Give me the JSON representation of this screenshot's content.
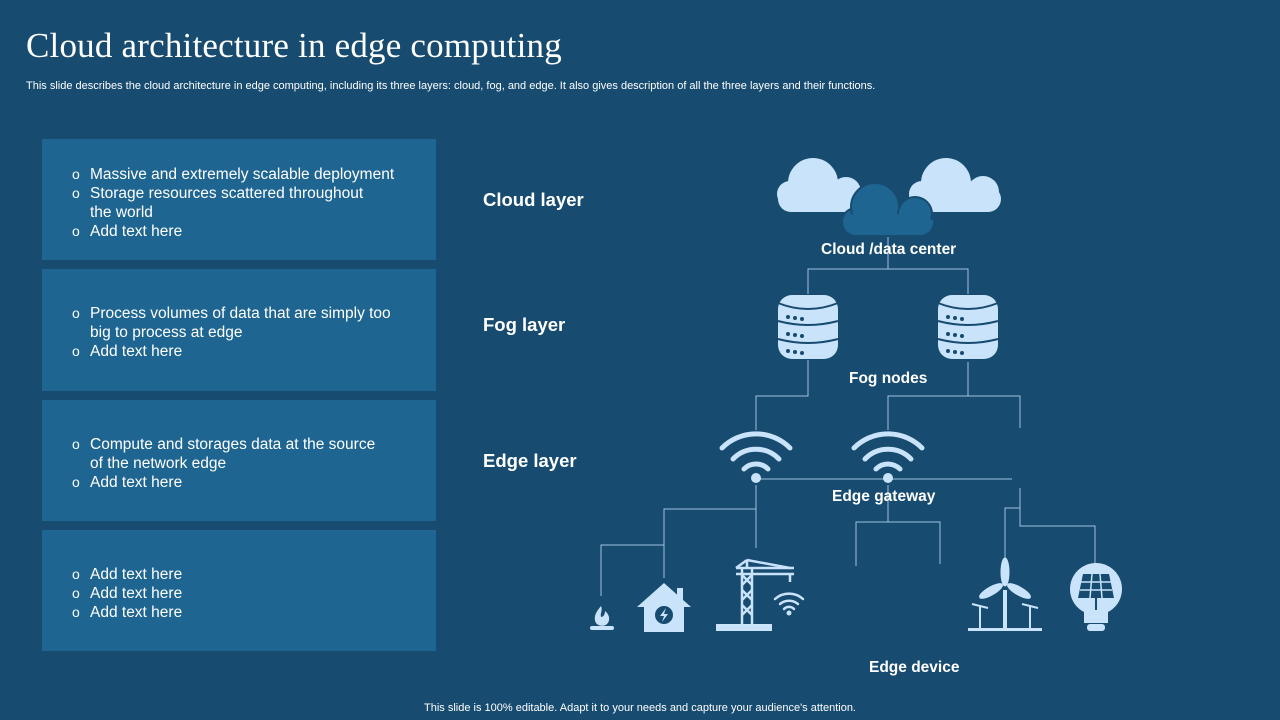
{
  "header": {
    "title": "Cloud architecture in edge computing",
    "subtitle": "This slide describes the cloud architecture in edge computing, including its three layers: cloud, fog, and edge. It also gives description of all the three layers and their functions."
  },
  "cards": [
    {
      "items": [
        "Massive and extremely  scalable deployment",
        "Storage resources scattered throughout the world",
        "Add text here"
      ]
    },
    {
      "items": [
        "Process volumes  of data that are simply too big to process at edge",
        "Add text here"
      ]
    },
    {
      "items": [
        "Compute and storages data at the source of the network edge",
        "Add text here"
      ]
    },
    {
      "items": [
        "Add text here",
        "Add text here",
        "Add text here"
      ]
    }
  ],
  "layers": {
    "cloud": "Cloud layer",
    "fog": "Fog layer",
    "edge": "Edge layer"
  },
  "nodes": {
    "cloud": "Cloud /data center",
    "fog": "Fog nodes",
    "gateway": "Edge gateway",
    "device": "Edge device"
  },
  "colors": {
    "background": "#174b70",
    "card": "#1f6591",
    "icon_light": "#c9e3fb",
    "icon_dark": "#1f6591",
    "line": "#9fc2de"
  },
  "footer": "This slide is 100% editable. Adapt it to your needs and capture your audience's attention."
}
